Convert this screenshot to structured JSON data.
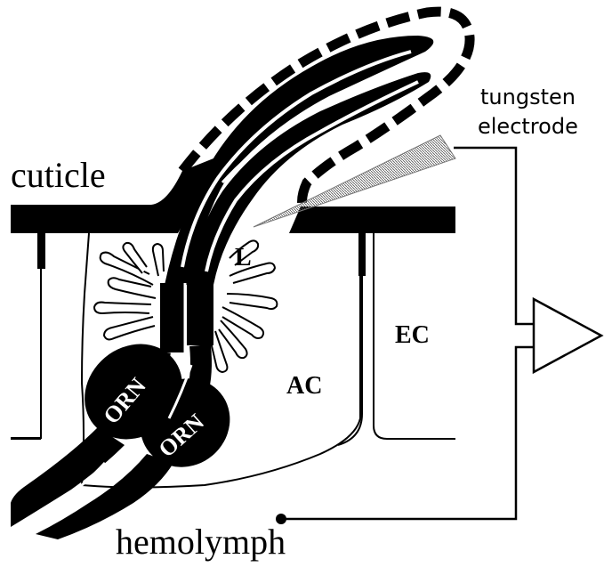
{
  "labels": {
    "cuticle": "cuticle",
    "tungsten_line1": "tungsten",
    "tungsten_line2": "electrode",
    "lymph": "L",
    "accessory_cell": "AC",
    "epidermal_cell": "EC",
    "neuron_1": "ORN",
    "neuron_2": "ORN",
    "hemolymph": "hemolymph"
  }
}
